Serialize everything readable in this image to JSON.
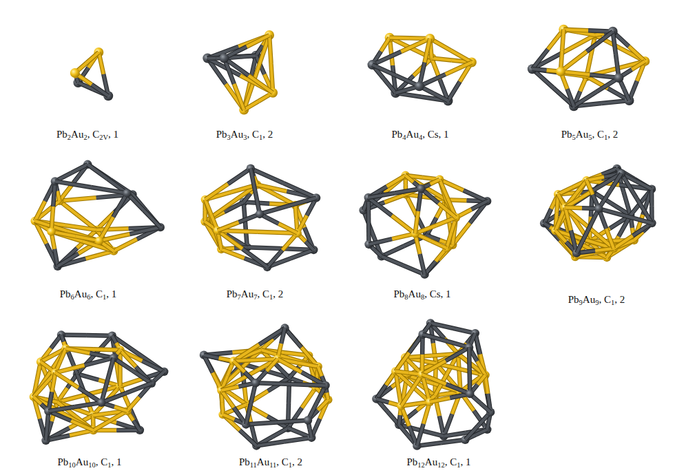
{
  "diagram": {
    "labels": [
      "Pb2Au2, C2V, 1",
      "Pb3Au3, C1, 2",
      "Pb4Au4, Cs, 1",
      "Pb5Au5, C1, 2",
      "Pb6Au6, C1, 1",
      "Pb7Au7, C1, 2",
      "Pb8Au8, Cs, 1",
      "Pb9Au9, C1, 2",
      "Pb10Au10, C1, 1",
      "Pb11Au11, C1, 2",
      "Pb12Au12, C1, 1"
    ]
  }
}
